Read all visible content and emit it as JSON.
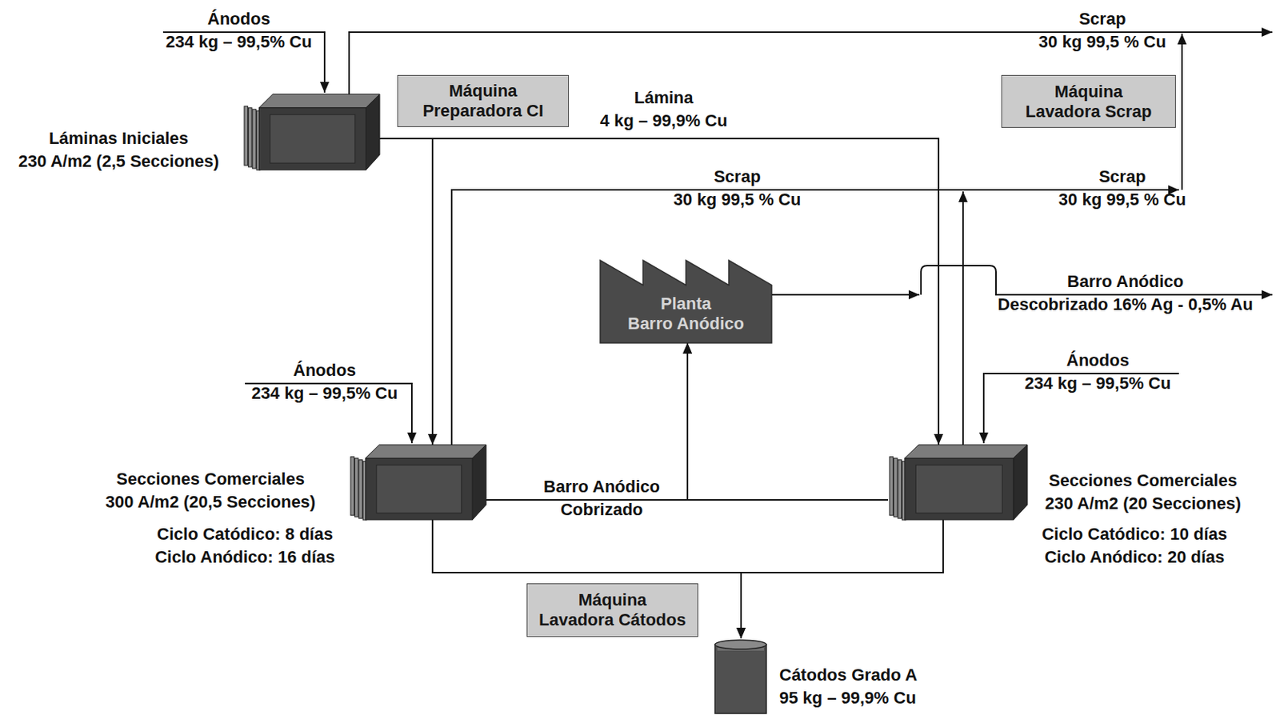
{
  "diagram": {
    "nodes": [
      {
        "text": [
          "Láminas Iniciales 230 A/m2 (2,5 Secciones)"
        ]
      },
      {
        "text": [
          "Máquina Preparadora CI"
        ]
      },
      {
        "text": [
          "Máquina Lavadora Scrap"
        ]
      },
      {
        "text": [
          "Planta Barro Anódico"
        ]
      },
      {
        "text": [
          "Secciones Comerciales 300 A/m2 (20,5 Secciones)",
          "Ciclo Catódico: 8 días Ciclo Anódico: 16 días"
        ]
      },
      {
        "text": [
          "Secciones Comerciales 230 A/m2 (20 Secciones)",
          "Ciclo Catódico: 10 días Ciclo Anódico: 20 días"
        ]
      },
      {
        "text": [
          "Máquina Lavadora Cátodos"
        ]
      },
      {
        "text": [
          "Cátodos Grado A 95 kg – 99,9% Cu"
        ]
      }
    ],
    "edges": [
      {
        "from": 0,
        "to": 4,
        "arrow": "to"
      },
      {
        "from": 0,
        "to": 5,
        "label": "Lámina 4 kg – 99,9% Cu",
        "arrow": "to"
      },
      {
        "from": 4,
        "to": 3,
        "label": "Barro Anódico Cobrizado",
        "arrow": "to"
      },
      {
        "from": 5,
        "to": 3,
        "arrow": "to"
      },
      {
        "from": 4,
        "to": 7,
        "arrow": "to"
      },
      {
        "from": 5,
        "to": 7,
        "arrow": "to"
      }
    ],
    "labels": [
      "Ánodos 234 kg – 99,5% Cu",
      "Scrap 30 kg 99,5 % Cu",
      "Scrap 30 kg 99,5 % Cu",
      "Scrap 30 kg 99,5 % Cu",
      "Barro Anódico Descobrizado 16% Ag - 0,5% Au",
      "Ánodos 234 kg – 99,5% Cu",
      "Ánodos 234 kg – 99,5% Cu"
    ]
  }
}
